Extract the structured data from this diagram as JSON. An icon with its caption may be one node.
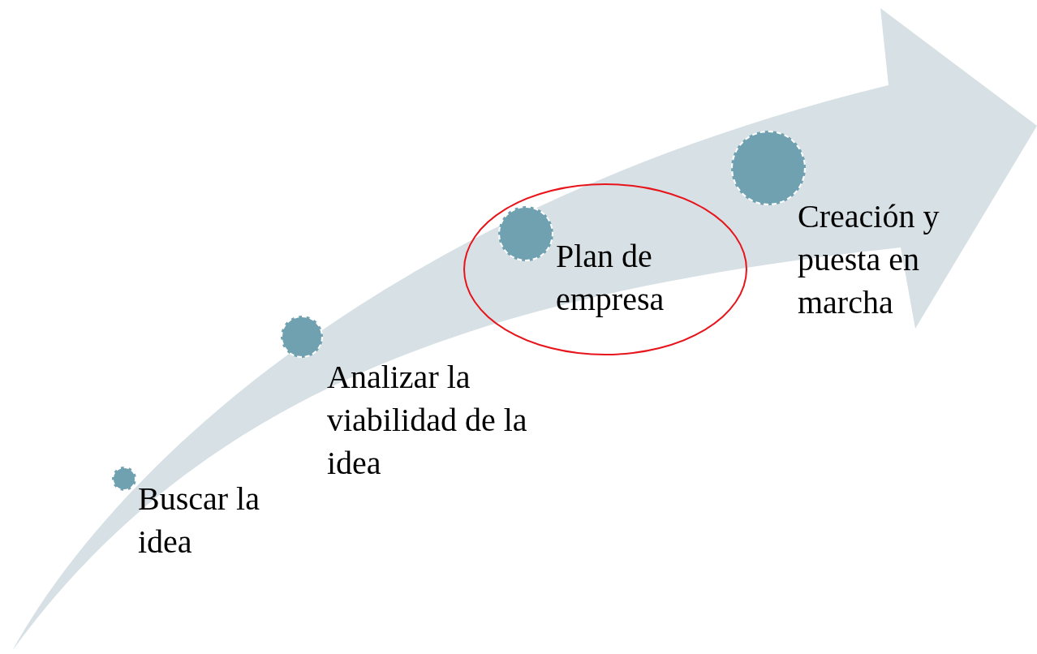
{
  "diagram": {
    "nodes": [
      {
        "text": [],
        "shape": "circle",
        "beside": [
          "Buscar la idea"
        ]
      },
      {
        "text": [],
        "shape": "circle",
        "beside": [
          "Analizar la viabilidad de la idea"
        ]
      },
      {
        "text": [],
        "shape": "ellipse"
      },
      {
        "text": [],
        "shape": "circle",
        "in": 2,
        "beside": [
          "Plan de empresa"
        ]
      },
      {
        "text": [],
        "shape": "circle",
        "beside": [
          "Creación y puesta en marcha"
        ]
      }
    ],
    "edges": []
  }
}
